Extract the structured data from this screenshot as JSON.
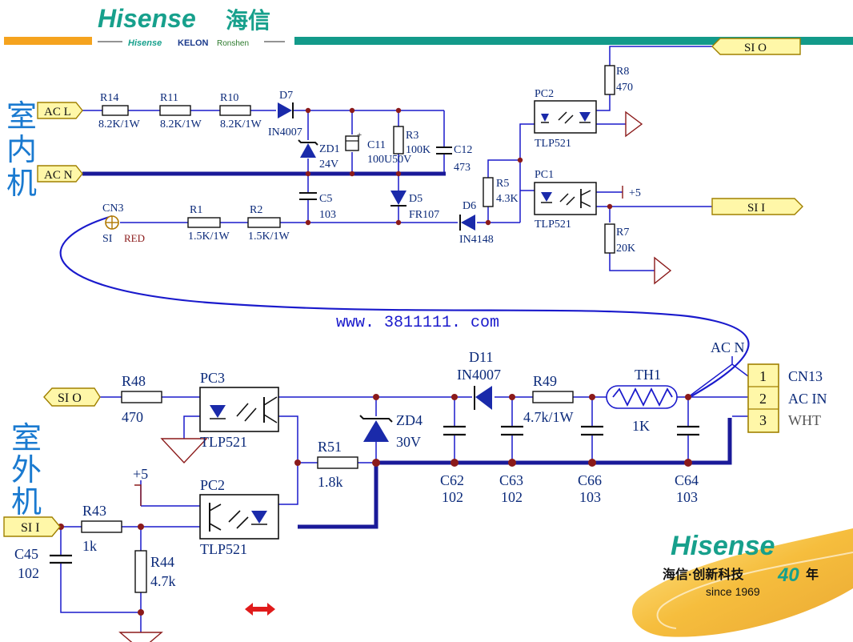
{
  "header": {
    "brand_logo": "Hisense",
    "brand_chinese": "海信",
    "subbrands": {
      "hisense": "Hisense",
      "kelon": "KELON",
      "ronshen": "Ronshen"
    }
  },
  "side_labels": {
    "indoor": "室内机",
    "outdoor": "室外机"
  },
  "watermark": "www. 3811111. com",
  "colors": {
    "wire": "#1a1acc",
    "bus": "#1a1a99",
    "node": "#8b1a1a",
    "ground": "#8b1a1a",
    "terminal_fill": "#fff7a8",
    "terminal_border": "#a08000",
    "header_orange": "#f5a31e",
    "header_teal": "#139a8a",
    "label": "#0b2a7a"
  },
  "indoor": {
    "terminals": {
      "acl": "AC L",
      "acn": "AC N",
      "sio": "SI O",
      "sii": "SI I"
    },
    "connector": {
      "ref": "CN3",
      "pin": "SI",
      "color": "RED"
    },
    "components": {
      "r14": {
        "ref": "R14",
        "value": "8.2K/1W"
      },
      "r11": {
        "ref": "R11",
        "value": "8.2K/1W"
      },
      "r10": {
        "ref": "R10",
        "value": "8.2K/1W"
      },
      "d7": {
        "ref": "D7",
        "value": "IN4007"
      },
      "zd1": {
        "ref": "ZD1",
        "value": "24V"
      },
      "c11": {
        "ref": "C11",
        "value": "100U50V"
      },
      "r3": {
        "ref": "R3",
        "value": "100K"
      },
      "c12": {
        "ref": "C12",
        "value": "473"
      },
      "c5": {
        "ref": "C5",
        "value": "103"
      },
      "d5": {
        "ref": "D5",
        "value": "FR107"
      },
      "r1": {
        "ref": "R1",
        "value": "1.5K/1W"
      },
      "r2": {
        "ref": "R2",
        "value": "1.5K/1W"
      },
      "d6": {
        "ref": "D6",
        "value": "IN4148"
      },
      "r5": {
        "ref": "R5",
        "value": "4.3K"
      },
      "pc2": {
        "ref": "PC2",
        "value": "TLP521"
      },
      "pc1": {
        "ref": "PC1",
        "value": "TLP521"
      },
      "r8": {
        "ref": "R8",
        "value": "470"
      },
      "r7": {
        "ref": "R7",
        "value": "20K"
      },
      "vcc": "+5"
    }
  },
  "outdoor": {
    "terminals": {
      "sio": "SI O",
      "sii": "SI I"
    },
    "connector": {
      "ref": "CN13",
      "pins": [
        "1",
        "2",
        "3"
      ],
      "pin_labels": [
        "AC IN",
        "WHT"
      ],
      "acn_label": "AC N"
    },
    "components": {
      "r48": {
        "ref": "R48",
        "value": "470"
      },
      "pc3": {
        "ref": "PC3",
        "value": "TLP521"
      },
      "pc2": {
        "ref": "PC2",
        "value": "TLP521"
      },
      "r51": {
        "ref": "R51",
        "value": "1.8k"
      },
      "zd4": {
        "ref": "ZD4",
        "value": "30V"
      },
      "d11": {
        "ref": "D11",
        "value": "IN4007"
      },
      "r49": {
        "ref": "R49",
        "value": "4.7k/1W"
      },
      "th1": {
        "ref": "TH1",
        "value": "1K"
      },
      "c62": {
        "ref": "C62",
        "value": "102"
      },
      "c63": {
        "ref": "C63",
        "value": "102"
      },
      "c66": {
        "ref": "C66",
        "value": "103"
      },
      "c64": {
        "ref": "C64",
        "value": "103"
      },
      "r43": {
        "ref": "R43",
        "value": "1k"
      },
      "r44": {
        "ref": "R44",
        "value": "4.7k"
      },
      "c45": {
        "ref": "C45",
        "value": "102"
      },
      "vcc": "+5"
    }
  },
  "footer_logo": {
    "brand": "Hisense",
    "slogan": "海信·创新科技",
    "anniversary": "40",
    "year_char": "年",
    "since": "since 1969"
  }
}
